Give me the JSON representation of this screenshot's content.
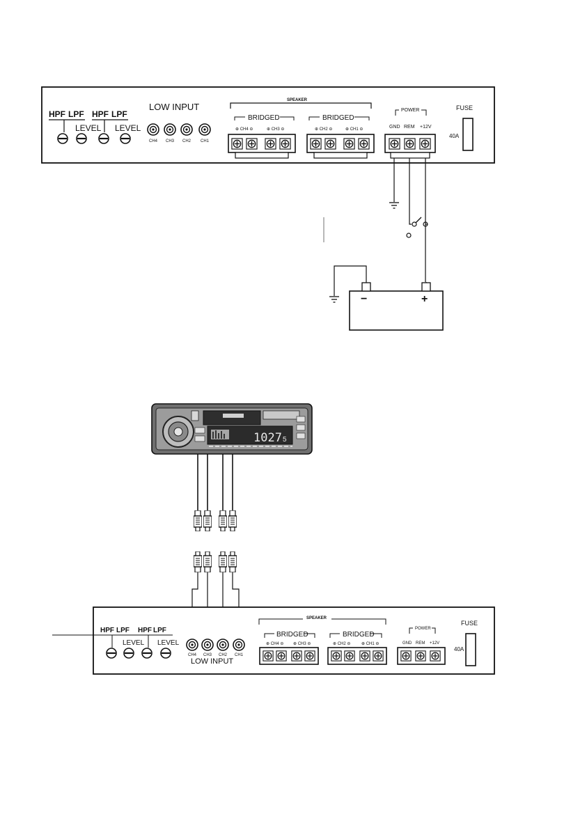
{
  "amp1": {
    "hpf": "HPF",
    "lpf": "LPF",
    "level": "LEVEL",
    "low_input": "LOW INPUT",
    "ch_labels": [
      "CH4",
      "CH3",
      "CH2",
      "CH1"
    ],
    "speaker": "SPEAKER",
    "bridged": "BRIDGED",
    "terminal_labels": [
      "⊕ CH4 ⊖",
      "⊕ CH3 ⊖",
      "⊕ CH2 ⊖",
      "⊕ CH1 ⊖"
    ],
    "power": "POWER",
    "gnd": "GND",
    "rem": "REM",
    "v12": "+12V",
    "fuse": "FUSE",
    "fuse_rating": "40A"
  },
  "battery": {
    "minus": "−",
    "plus": "+"
  },
  "head_unit": {
    "display": "1027",
    "display_suffix": "5"
  },
  "amp2": {
    "hpf": "HPF",
    "lpf": "LPF",
    "level": "LEVEL",
    "low_input": "LOW INPUT",
    "ch_labels": [
      "CH4",
      "CH3",
      "CH2",
      "CH1"
    ],
    "speaker": "SPEAKER",
    "bridged": "BRIDGED",
    "terminal_labels": [
      "⊕ CH4 ⊖",
      "⊕ CH3 ⊖",
      "⊕ CH2 ⊖",
      "⊕ CH1 ⊖"
    ],
    "power": "POWER",
    "gnd": "GND",
    "rem": "REM",
    "v12": "+12V",
    "fuse": "FUSE",
    "fuse_rating": "40A"
  }
}
